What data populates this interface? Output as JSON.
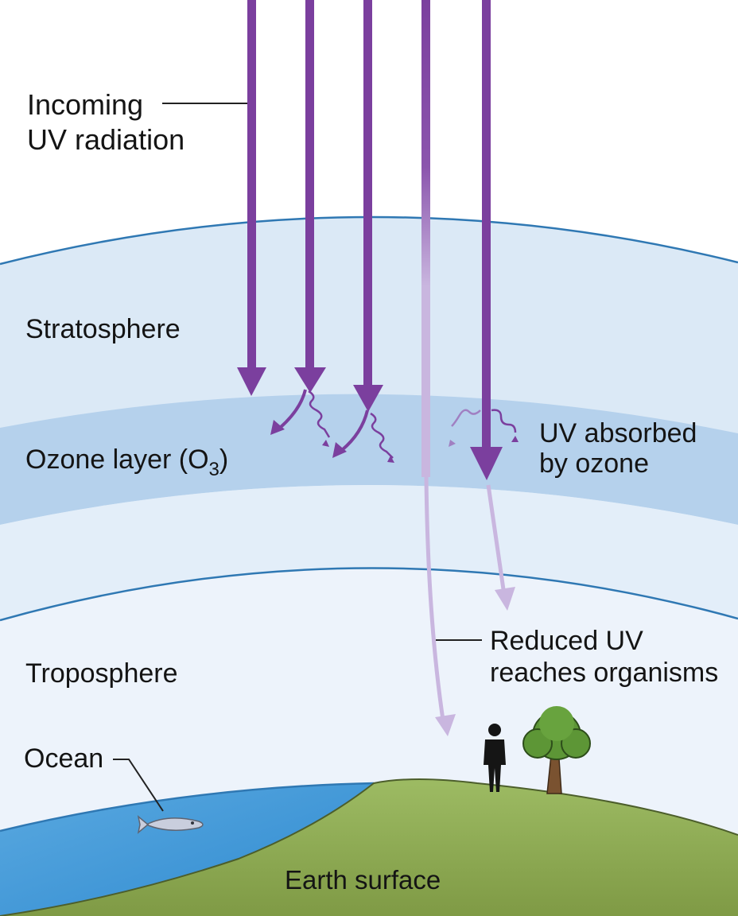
{
  "labels": {
    "incoming_line1": "Incoming",
    "incoming_line2": "UV radiation",
    "stratosphere": "Stratosphere",
    "ozone_text": "Ozone layer (O",
    "ozone_sub": "3",
    "ozone_close": ")",
    "absorbed_line1": "UV absorbed",
    "absorbed_line2": "by ozone",
    "reduced_line1": "Reduced UV",
    "reduced_line2": "reaches organisms",
    "troposphere": "Troposphere",
    "ocean": "Ocean",
    "earth": "Earth surface"
  },
  "colors": {
    "uv_arrow": "#7b3f9e",
    "uv_faded": "#c9b6df",
    "ozone_band": "#b5d1ec",
    "stratosphere": "#dbe9f6",
    "troposphere": "#e9f1fa",
    "boundary_line": "#2f78b3",
    "ocean": "#5aa9e0",
    "land": "#8aa857",
    "land_light": "#a9c06d",
    "tree_canopy": "#4f8a2e",
    "trunk": "#7a5230"
  },
  "icons": [
    "fish-icon",
    "person-icon",
    "tree-icon",
    "wavy-absorbed-arrow-icon"
  ]
}
